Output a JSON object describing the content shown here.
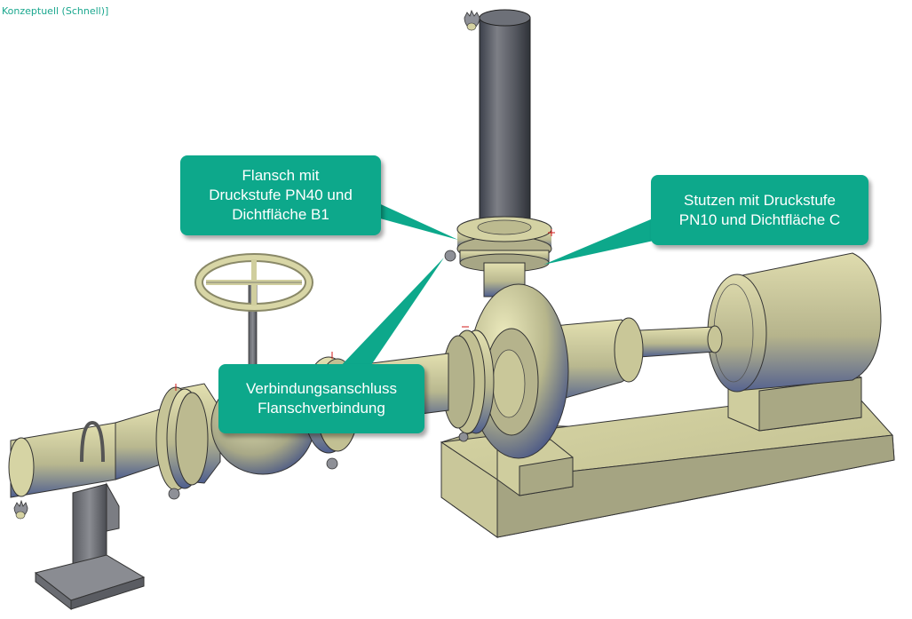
{
  "viewport": {
    "visual_style_label": "Konzeptuell (Schnell)]"
  },
  "callouts": {
    "flange": {
      "lines": [
        "Flansch mit",
        "Druckstufe PN40 und",
        "Dichtfläche B1"
      ]
    },
    "nozzle": {
      "lines": [
        "Stutzen mit Druckstufe",
        "PN10 und Dichtfläche C"
      ]
    },
    "connection": {
      "lines": [
        "Verbindungsanschluss",
        "Flanschverbindung"
      ]
    }
  },
  "colors": {
    "callout_fill": "#0da88b",
    "label_text": "#1aa78e",
    "model_fill": "#d2d09a",
    "model_shade": "#3a4d88",
    "steel": "#707070"
  }
}
